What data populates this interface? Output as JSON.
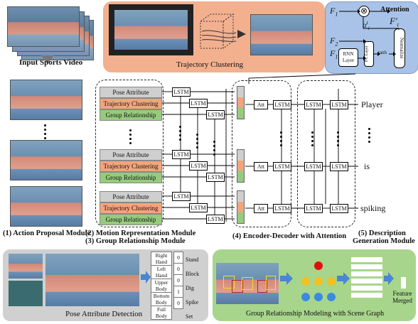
{
  "modules": {
    "input_label": "Input Sports Video",
    "trajectory_label": "Trajectory Clustering",
    "action_proposal": "(1) Action Proposal Module",
    "motion_rep_line1": "(2) Motion Representation Module",
    "motion_rep_line2": "(3) Group   Relationship   Module",
    "encoder_decoder": "(4) Encoder-Decoder with Attention",
    "description_line1": "(5) Description",
    "description_line2": "Generation Module",
    "pose_detection": "Pose Attribute Detection",
    "group_modeling": "Group Relationship Modeling with Scene Graph"
  },
  "feature_rows": [
    {
      "pose": "Pose Attribute",
      "traj": "Trajectory Clustering",
      "group": "Group Relationship"
    },
    {
      "pose": "Pose Attribute",
      "traj": "Trajectory Clustering",
      "group": "Group Relationship"
    },
    {
      "pose": "Pose Attribute",
      "traj": "Trajectory Clustering",
      "group": "Group Relationship"
    }
  ],
  "lstm_label": "LSTM",
  "att_label": "Att",
  "output_words": [
    "Player",
    "is",
    "spiking"
  ],
  "attention": {
    "f1_top": "F",
    "f1_top_sub": "1",
    "title": "Attention",
    "alpha": "α",
    "alpha_sup": "t",
    "alpha_sub": "i",
    "fprime": "F′",
    "fprime_sub": "t",
    "f2": "F",
    "f2_sub": "2",
    "f1": "F",
    "f1_sub": "1",
    "rnn": "RNN Layer",
    "fc": "FC Layer",
    "tanh": "tanh",
    "normalize": "Normalize"
  },
  "pose_table": {
    "left": [
      "Right Hand",
      "Left Hand",
      "Upper Body",
      "Bottom Body",
      "Full Body"
    ],
    "values": [
      "0",
      "0",
      "0",
      "1",
      "0"
    ],
    "right": [
      "Stand",
      "Block",
      "Dig",
      "Spike",
      "Set"
    ]
  },
  "feature_merged": "Feature Merged",
  "colors": {
    "pose": "#cfcfcf",
    "trajectory": "#f2a57d",
    "group": "#96cb7d",
    "trajectory_panel": "#f3b08f",
    "attention_panel": "#a9c3e8",
    "pose_panel": "#d0d0d0",
    "group_panel": "#a8d58c"
  }
}
